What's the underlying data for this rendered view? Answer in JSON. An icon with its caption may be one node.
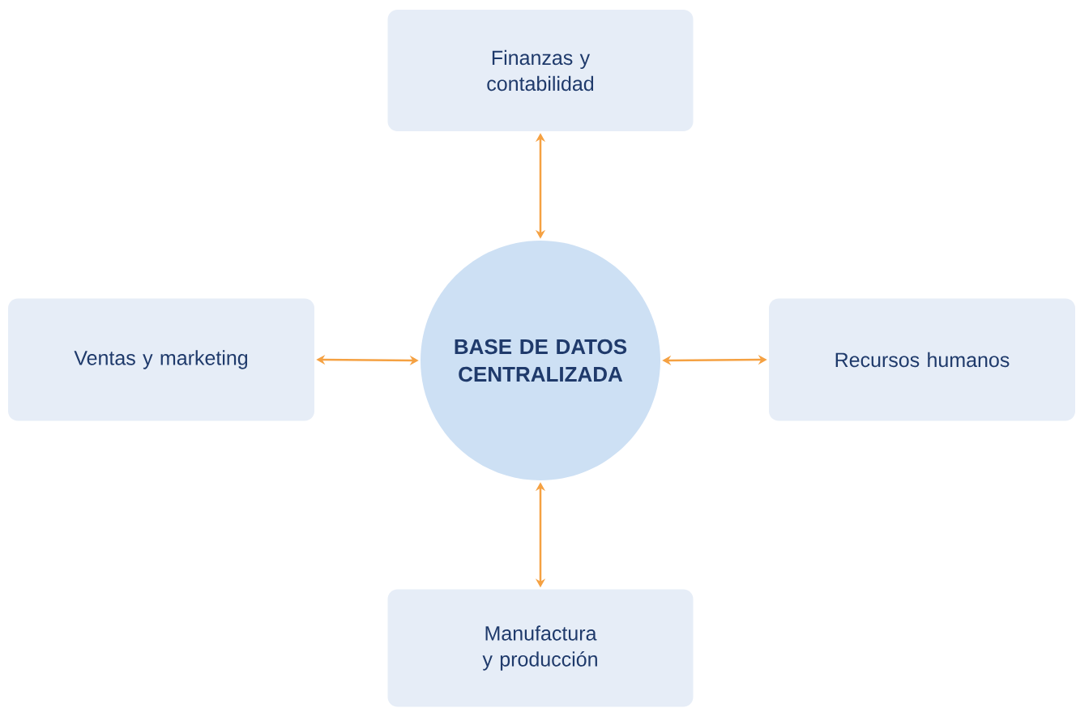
{
  "diagram": {
    "nodes": [
      {
        "text": [
          "BASE DE DATOS CENTRALIZADA"
        ]
      },
      {
        "text": [
          "Finanzas y contabilidad"
        ]
      },
      {
        "text": [
          "Ventas y marketing"
        ]
      },
      {
        "text": [
          "Recursos humanos"
        ]
      },
      {
        "text": [
          "Manufactura y producción"
        ]
      }
    ],
    "edges": [
      {
        "from": 0,
        "to": 1,
        "arrow": "both"
      },
      {
        "from": 0,
        "to": 2,
        "arrow": "both"
      },
      {
        "from": 0,
        "to": 3,
        "arrow": "both"
      },
      {
        "from": 0,
        "to": 4,
        "arrow": "both"
      }
    ]
  }
}
